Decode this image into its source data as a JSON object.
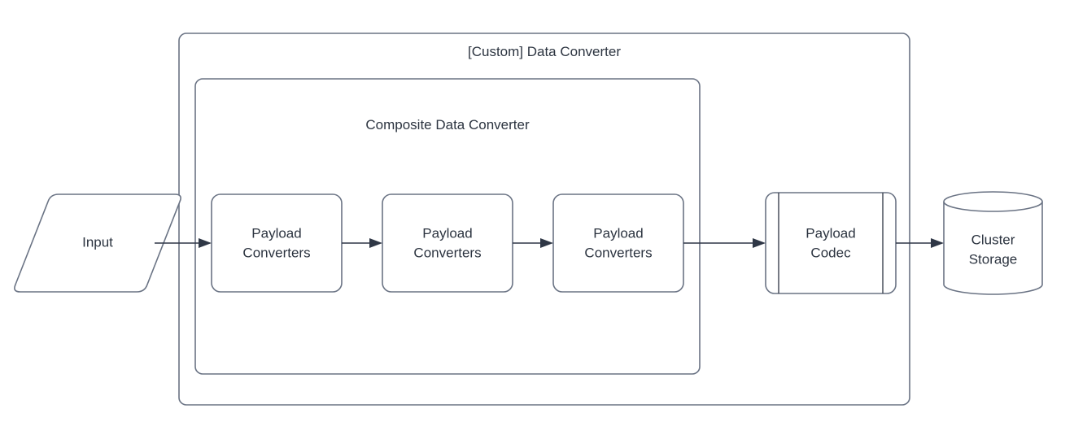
{
  "diagram": {
    "type": "flowchart",
    "orientation": "left-to-right",
    "background_color": "#ffffff",
    "stroke_color": "#6a7384",
    "connector_color": "#2f3746",
    "text_color": "#2c3440",
    "containers": [
      {
        "id": "custom-data-converter",
        "label": "[Custom] Data Converter",
        "shape": "rounded-rectangle",
        "label_position": "top-center"
      },
      {
        "id": "composite-data-converter",
        "label": "Composite Data Converter",
        "shape": "rounded-rectangle",
        "label_position": "top-center"
      }
    ],
    "nodes": [
      {
        "id": "input",
        "label": "Input",
        "shape": "parallelogram",
        "inside_container": null
      },
      {
        "id": "payload-converters-1",
        "label_line1": "Payload",
        "label_line2": "Converters",
        "shape": "rounded-rectangle",
        "inside_container": "composite-data-converter"
      },
      {
        "id": "payload-converters-2",
        "label_line1": "Payload",
        "label_line2": "Converters",
        "shape": "rounded-rectangle",
        "inside_container": "composite-data-converter"
      },
      {
        "id": "payload-converters-3",
        "label_line1": "Payload",
        "label_line2": "Converters",
        "shape": "rounded-rectangle",
        "inside_container": "composite-data-converter"
      },
      {
        "id": "payload-codec",
        "label_line1": "Payload",
        "label_line2": "Codec",
        "shape": "predefined-process",
        "inside_container": "custom-data-converter"
      },
      {
        "id": "cluster-storage",
        "label_line1": "Cluster",
        "label_line2": "Storage",
        "shape": "cylinder",
        "inside_container": null
      }
    ],
    "edges": [
      {
        "id": "edge-input-to-pc1",
        "from": "input",
        "to": "payload-converters-1",
        "arrow": "single"
      },
      {
        "id": "edge-pc1-to-pc2",
        "from": "payload-converters-1",
        "to": "payload-converters-2",
        "arrow": "single"
      },
      {
        "id": "edge-pc2-to-pc3",
        "from": "payload-converters-2",
        "to": "payload-converters-3",
        "arrow": "single"
      },
      {
        "id": "edge-pc3-to-codec",
        "from": "payload-converters-3",
        "to": "payload-codec",
        "arrow": "single"
      },
      {
        "id": "edge-codec-to-storage",
        "from": "payload-codec",
        "to": "cluster-storage",
        "arrow": "single"
      }
    ]
  }
}
